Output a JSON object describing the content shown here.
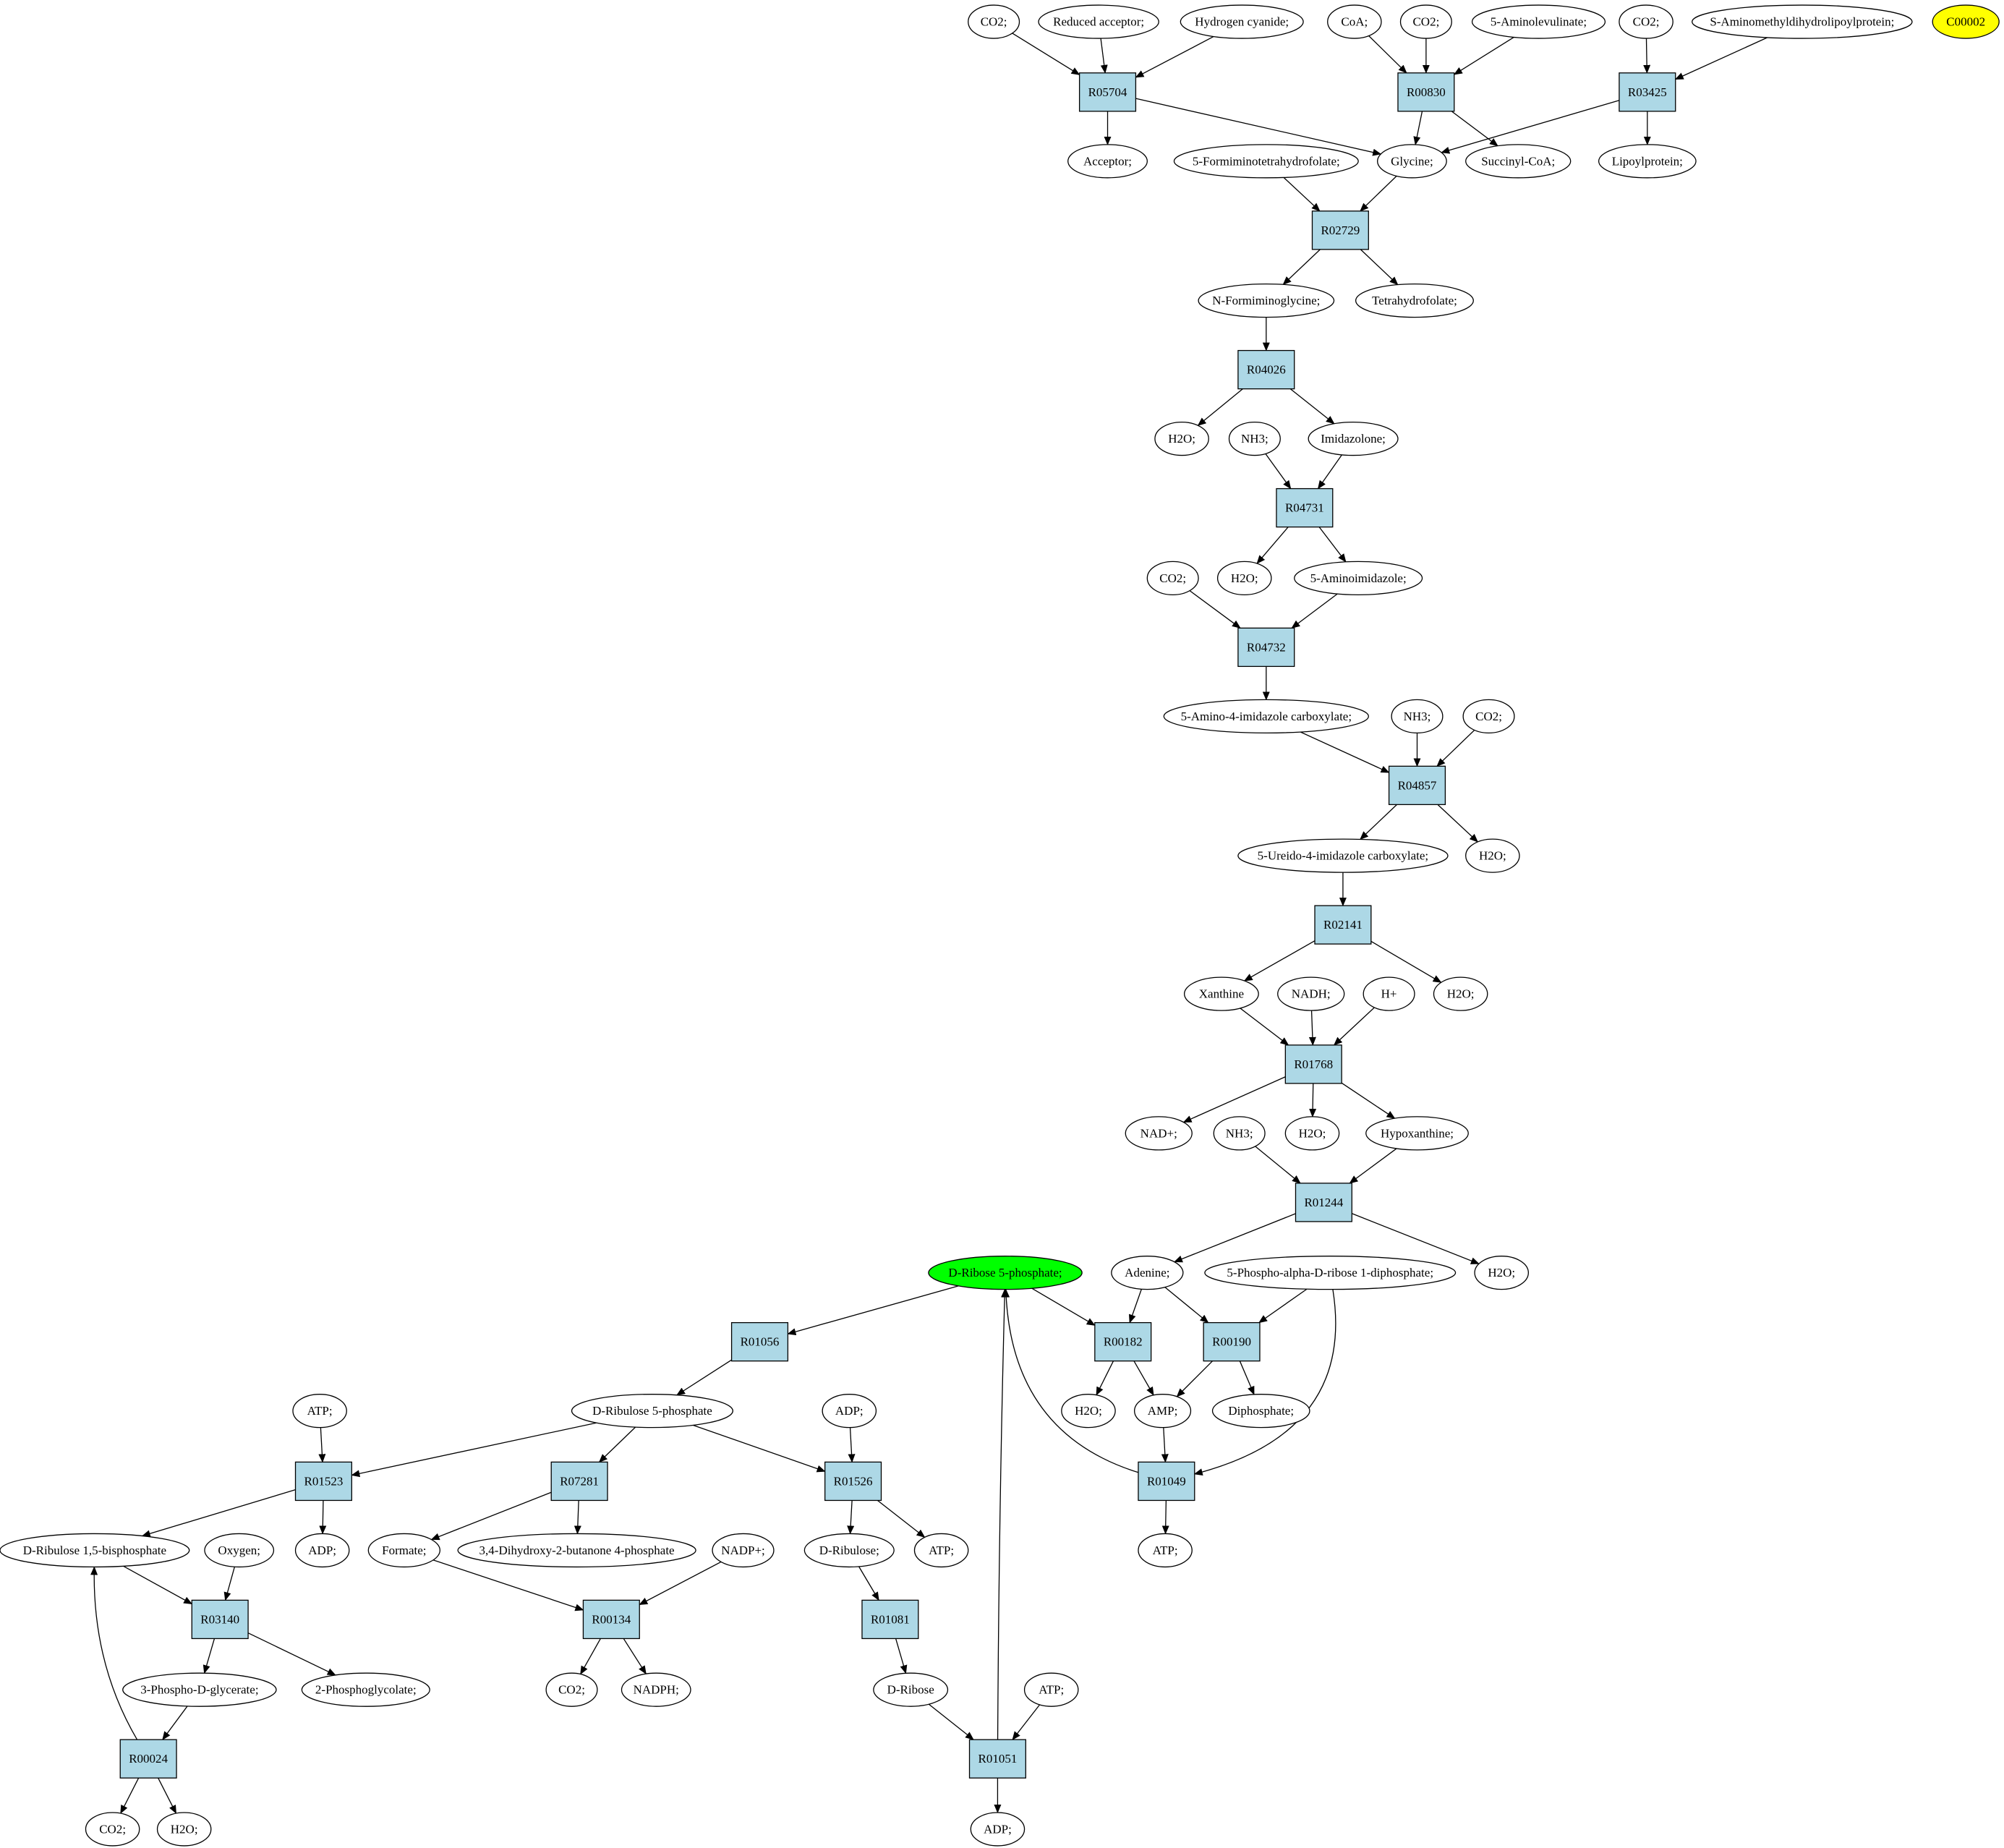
{
  "colors": {
    "reaction_fill": "#add8e6",
    "compound_fill": "#ffffff",
    "source_fill": "#00ff00",
    "target_fill": "#ffff00",
    "stroke": "#000000"
  },
  "reactions": [
    {
      "id": "r_R05704",
      "label": "R05704"
    },
    {
      "id": "r_R00830",
      "label": "R00830"
    },
    {
      "id": "r_R03425",
      "label": "R03425"
    },
    {
      "id": "r_R02729",
      "label": "R02729"
    },
    {
      "id": "r_R04026",
      "label": "R04026"
    },
    {
      "id": "r_R04731",
      "label": "R04731"
    },
    {
      "id": "r_R04732",
      "label": "R04732"
    },
    {
      "id": "r_R04857",
      "label": "R04857"
    },
    {
      "id": "r_R02141",
      "label": "R02141"
    },
    {
      "id": "r_R01768",
      "label": "R01768"
    },
    {
      "id": "r_R01244",
      "label": "R01244"
    },
    {
      "id": "r_R01056",
      "label": "R01056"
    },
    {
      "id": "r_R00182",
      "label": "R00182"
    },
    {
      "id": "r_R00190",
      "label": "R00190"
    },
    {
      "id": "r_R01523",
      "label": "R01523"
    },
    {
      "id": "r_R07281",
      "label": "R07281"
    },
    {
      "id": "r_R01526",
      "label": "R01526"
    },
    {
      "id": "r_R01049",
      "label": "R01049"
    },
    {
      "id": "r_R03140",
      "label": "R03140"
    },
    {
      "id": "r_R00134",
      "label": "R00134"
    },
    {
      "id": "r_R01081",
      "label": "R01081"
    },
    {
      "id": "r_R00024",
      "label": "R00024"
    },
    {
      "id": "r_R01051",
      "label": "R01051"
    }
  ],
  "compounds": [
    {
      "id": "c_co2_1",
      "label": "CO2;"
    },
    {
      "id": "c_redacc",
      "label": "Reduced acceptor;"
    },
    {
      "id": "c_hcn",
      "label": "Hydrogen cyanide;"
    },
    {
      "id": "c_coa",
      "label": "CoA;"
    },
    {
      "id": "c_co2_2",
      "label": "CO2;"
    },
    {
      "id": "c_5ala",
      "label": "5-Aminolevulinate;"
    },
    {
      "id": "c_co2_3",
      "label": "CO2;"
    },
    {
      "id": "c_samdlp",
      "label": "S-Aminomethyldihydrolipoylprotein;"
    },
    {
      "id": "c_C00002",
      "label": "C00002",
      "role": "target"
    },
    {
      "id": "c_acceptor",
      "label": "Acceptor;"
    },
    {
      "id": "c_fthf",
      "label": "5-Formiminotetrahydrofolate;"
    },
    {
      "id": "c_glycine",
      "label": "Glycine;"
    },
    {
      "id": "c_succoa",
      "label": "Succinyl-CoA;"
    },
    {
      "id": "c_lipoyl",
      "label": "Lipoylprotein;"
    },
    {
      "id": "c_nfg",
      "label": "N-Formiminoglycine;"
    },
    {
      "id": "c_thf",
      "label": "Tetrahydrofolate;"
    },
    {
      "id": "c_h2o_1",
      "label": "H2O;"
    },
    {
      "id": "c_nh3_1",
      "label": "NH3;"
    },
    {
      "id": "c_imidazolone",
      "label": "Imidazolone;"
    },
    {
      "id": "c_co2_4",
      "label": "CO2;"
    },
    {
      "id": "c_h2o_2",
      "label": "H2O;"
    },
    {
      "id": "c_5ai",
      "label": "5-Aminoimidazole;"
    },
    {
      "id": "c_5a4ic",
      "label": "5-Amino-4-imidazole carboxylate;"
    },
    {
      "id": "c_nh3_2",
      "label": "NH3;"
    },
    {
      "id": "c_co2_5",
      "label": "CO2;"
    },
    {
      "id": "c_5u4ic",
      "label": "5-Ureido-4-imidazole carboxylate;"
    },
    {
      "id": "c_h2o_3",
      "label": "H2O;"
    },
    {
      "id": "c_xanthine",
      "label": "Xanthine"
    },
    {
      "id": "c_nadh",
      "label": "NADH;"
    },
    {
      "id": "c_hplus",
      "label": "H+"
    },
    {
      "id": "c_h2o_4",
      "label": "H2O;"
    },
    {
      "id": "c_nadplus",
      "label": "NAD+;"
    },
    {
      "id": "c_nh3_3",
      "label": "NH3;"
    },
    {
      "id": "c_h2o_5",
      "label": "H2O;"
    },
    {
      "id": "c_hypox",
      "label": "Hypoxanthine;"
    },
    {
      "id": "c_r5p",
      "label": "D-Ribose 5-phosphate;",
      "role": "source"
    },
    {
      "id": "c_adenine",
      "label": "Adenine;"
    },
    {
      "id": "c_prpp",
      "label": "5-Phospho-alpha-D-ribose 1-diphosphate;"
    },
    {
      "id": "c_h2o_6",
      "label": "H2O;"
    },
    {
      "id": "c_atp_1",
      "label": "ATP;"
    },
    {
      "id": "c_ru5p",
      "label": "D-Ribulose 5-phosphate"
    },
    {
      "id": "c_adp_1",
      "label": "ADP;"
    },
    {
      "id": "c_h2o_7",
      "label": "H2O;"
    },
    {
      "id": "c_amp",
      "label": "AMP;"
    },
    {
      "id": "c_ppi",
      "label": "Diphosphate;"
    },
    {
      "id": "c_rubp",
      "label": "D-Ribulose 1,5-bisphosphate"
    },
    {
      "id": "c_oxygen",
      "label": "Oxygen;"
    },
    {
      "id": "c_adp_2",
      "label": "ADP;"
    },
    {
      "id": "c_formate",
      "label": "Formate;"
    },
    {
      "id": "c_dhbp",
      "label": "3,4-Dihydroxy-2-butanone 4-phosphate"
    },
    {
      "id": "c_nadpplus",
      "label": "NADP+;"
    },
    {
      "id": "c_ribulose",
      "label": "D-Ribulose;"
    },
    {
      "id": "c_atp_2",
      "label": "ATP;"
    },
    {
      "id": "c_atp_3",
      "label": "ATP;"
    },
    {
      "id": "c_3pg",
      "label": "3-Phospho-D-glycerate;"
    },
    {
      "id": "c_2pg",
      "label": "2-Phosphoglycolate;"
    },
    {
      "id": "c_co2_6",
      "label": "CO2;"
    },
    {
      "id": "c_nadph",
      "label": "NADPH;"
    },
    {
      "id": "c_ribose",
      "label": "D-Ribose"
    },
    {
      "id": "c_atp_4",
      "label": "ATP;"
    },
    {
      "id": "c_co2_7",
      "label": "CO2;"
    },
    {
      "id": "c_h2o_8",
      "label": "H2O;"
    },
    {
      "id": "c_adp_3",
      "label": "ADP;"
    }
  ],
  "edges": [
    [
      "c_co2_1",
      "r_R05704"
    ],
    [
      "c_redacc",
      "r_R05704"
    ],
    [
      "c_hcn",
      "r_R05704"
    ],
    [
      "r_R05704",
      "c_acceptor"
    ],
    [
      "r_R05704",
      "c_glycine"
    ],
    [
      "c_coa",
      "r_R00830"
    ],
    [
      "c_co2_2",
      "r_R00830"
    ],
    [
      "c_5ala",
      "r_R00830"
    ],
    [
      "r_R00830",
      "c_glycine"
    ],
    [
      "r_R00830",
      "c_succoa"
    ],
    [
      "c_co2_3",
      "r_R03425"
    ],
    [
      "c_samdlp",
      "r_R03425"
    ],
    [
      "r_R03425",
      "c_glycine"
    ],
    [
      "r_R03425",
      "c_lipoyl"
    ],
    [
      "c_fthf",
      "r_R02729"
    ],
    [
      "c_glycine",
      "r_R02729"
    ],
    [
      "r_R02729",
      "c_nfg"
    ],
    [
      "r_R02729",
      "c_thf"
    ],
    [
      "c_nfg",
      "r_R04026"
    ],
    [
      "r_R04026",
      "c_h2o_1"
    ],
    [
      "r_R04026",
      "c_imidazolone"
    ],
    [
      "c_nh3_1",
      "r_R04731"
    ],
    [
      "c_imidazolone",
      "r_R04731"
    ],
    [
      "r_R04731",
      "c_h2o_2"
    ],
    [
      "r_R04731",
      "c_5ai"
    ],
    [
      "c_co2_4",
      "r_R04732"
    ],
    [
      "c_5ai",
      "r_R04732"
    ],
    [
      "r_R04732",
      "c_5a4ic"
    ],
    [
      "c_5a4ic",
      "r_R04857"
    ],
    [
      "c_nh3_2",
      "r_R04857"
    ],
    [
      "c_co2_5",
      "r_R04857"
    ],
    [
      "r_R04857",
      "c_5u4ic"
    ],
    [
      "r_R04857",
      "c_h2o_3"
    ],
    [
      "c_5u4ic",
      "r_R02141"
    ],
    [
      "r_R02141",
      "c_xanthine"
    ],
    [
      "r_R02141",
      "c_h2o_4"
    ],
    [
      "c_xanthine",
      "r_R01768"
    ],
    [
      "c_nadh",
      "r_R01768"
    ],
    [
      "c_hplus",
      "r_R01768"
    ],
    [
      "r_R01768",
      "c_nadplus"
    ],
    [
      "r_R01768",
      "c_h2o_5"
    ],
    [
      "r_R01768",
      "c_hypox"
    ],
    [
      "c_nh3_3",
      "r_R01244"
    ],
    [
      "c_hypox",
      "r_R01244"
    ],
    [
      "r_R01244",
      "c_adenine"
    ],
    [
      "r_R01244",
      "c_h2o_6"
    ],
    [
      "c_r5p",
      "r_R01056"
    ],
    [
      "r_R01056",
      "c_ru5p"
    ],
    [
      "c_r5p",
      "r_R00182"
    ],
    [
      "c_adenine",
      "r_R00182"
    ],
    [
      "r_R00182",
      "c_h2o_7"
    ],
    [
      "r_R00182",
      "c_amp"
    ],
    [
      "c_adenine",
      "r_R00190"
    ],
    [
      "c_prpp",
      "r_R00190"
    ],
    [
      "r_R00190",
      "c_amp"
    ],
    [
      "r_R00190",
      "c_ppi"
    ],
    [
      "c_amp",
      "r_R01049"
    ],
    [
      "c_prpp",
      "r_R01049"
    ],
    [
      "r_R01049",
      "c_r5p"
    ],
    [
      "r_R01049",
      "c_atp_3"
    ],
    [
      "c_atp_1",
      "r_R01523"
    ],
    [
      "c_ru5p",
      "r_R01523"
    ],
    [
      "r_R01523",
      "c_rubp"
    ],
    [
      "r_R01523",
      "c_adp_2"
    ],
    [
      "c_ru5p",
      "r_R07281"
    ],
    [
      "r_R07281",
      "c_formate"
    ],
    [
      "r_R07281",
      "c_dhbp"
    ],
    [
      "c_adp_1",
      "r_R01526"
    ],
    [
      "c_ru5p",
      "r_R01526"
    ],
    [
      "r_R01526",
      "c_ribulose"
    ],
    [
      "r_R01526",
      "c_atp_2"
    ],
    [
      "c_rubp",
      "r_R03140"
    ],
    [
      "c_oxygen",
      "r_R03140"
    ],
    [
      "r_R03140",
      "c_3pg"
    ],
    [
      "r_R03140",
      "c_2pg"
    ],
    [
      "c_formate",
      "r_R00134"
    ],
    [
      "c_nadpplus",
      "r_R00134"
    ],
    [
      "r_R00134",
      "c_co2_6"
    ],
    [
      "r_R00134",
      "c_nadph"
    ],
    [
      "c_ribulose",
      "r_R01081"
    ],
    [
      "r_R01081",
      "c_ribose"
    ],
    [
      "c_3pg",
      "r_R00024"
    ],
    [
      "r_R00024",
      "c_rubp"
    ],
    [
      "r_R00024",
      "c_co2_7"
    ],
    [
      "r_R00024",
      "c_h2o_8"
    ],
    [
      "c_ribose",
      "r_R01051"
    ],
    [
      "c_atp_4",
      "r_R01051"
    ],
    [
      "r_R01051",
      "c_r5p"
    ],
    [
      "r_R01051",
      "c_adp_3"
    ]
  ]
}
